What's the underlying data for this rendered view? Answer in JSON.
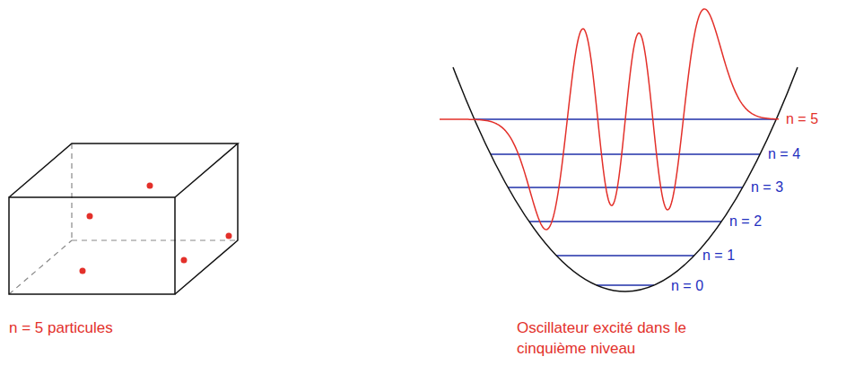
{
  "diagram": {
    "labels": [
      "n = 5 particules",
      "n = 5",
      "n = 4",
      "n = 3",
      "n = 2",
      "n = 1",
      "n = 0",
      "Oscillateur excité dans le cinquième niveau"
    ]
  }
}
